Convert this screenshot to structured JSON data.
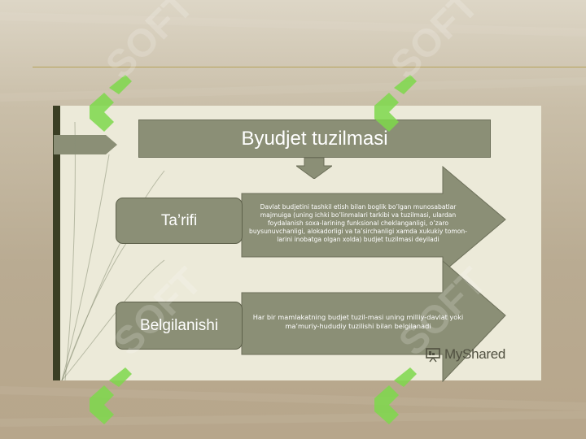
{
  "slide": {
    "title": "Byudjet tuzilmasi",
    "rows": [
      {
        "label": "Ta’rifi",
        "description": "Davlat budjetini tashkil etish bilan boglik bo’lgan munosabatlar majmuiga (uning ichki bo’linmalari tarkibi va tuzilmasi, ulardan foydalanish soxa-larining funksional cheklanganligi, o’zaro buysunuvchanligi, alokadorligi va ta’sirchanligi xamda xukukiy tomon-larini inobatga olgan xolda) budjet tuzilmasi deyiladi"
      },
      {
        "label": "Belgilanishi",
        "description": "Har bir mamlakatning budjet tuzil-masi uning milliy-davlat yoki ma’muriy-hududiy tuzilishi bilan belgilanadi"
      }
    ]
  },
  "branding": {
    "site_name": "MyShared",
    "logo_icon": "presentation-board-icon"
  },
  "watermark": {
    "text": "SOFT",
    "icon": "bracket-logo-icon"
  },
  "colors": {
    "box_fill": "#8b8f76",
    "slide_bg": "#ecead9",
    "left_bar": "#3b3f24",
    "accent_line": "#b7a25a",
    "watermark_green": "#7ed84b"
  }
}
